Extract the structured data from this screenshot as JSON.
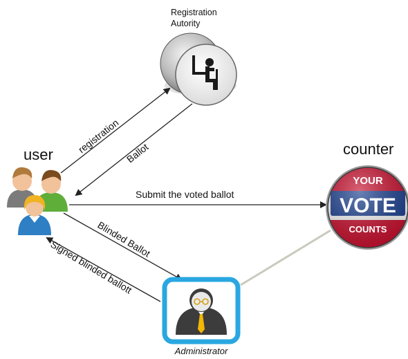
{
  "nodes": {
    "registration_authority": {
      "label_line1": "Registration",
      "label_line2": "Autority"
    },
    "user": {
      "label": "user"
    },
    "counter": {
      "label": "counter",
      "badge_top": "YOUR",
      "badge_mid": "VOTE",
      "badge_bottom": "COUNTS"
    },
    "administrator": {
      "label": "Administrator"
    }
  },
  "edges": {
    "registration": "registration",
    "ballot": "Ballot",
    "submit": "Submit the voted ballot",
    "blinded": "Blinded Ballot",
    "signed": "Signed blinded ballott"
  },
  "colors": {
    "admin_border": "#2aa7e0",
    "badge_red": "#c8102e",
    "badge_blue": "#1b3f8f",
    "arrow": "#222222"
  }
}
